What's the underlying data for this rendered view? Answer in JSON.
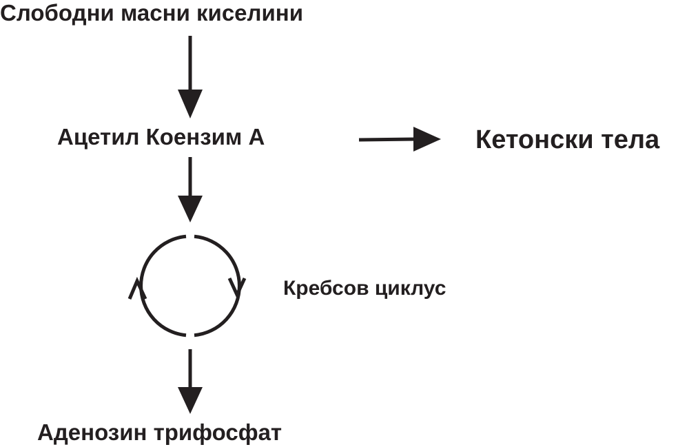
{
  "diagram": {
    "nodes": {
      "free_fatty_acids": "Слободни масни киселини",
      "acetyl_coa": "Ацетил Коензим А",
      "ketone_bodies": "Кетонски тела",
      "krebs_cycle": "Кребсов циклус",
      "atp": "Аденозин трифосфат"
    },
    "edges": [
      {
        "from": "free_fatty_acids",
        "to": "acetyl_coa"
      },
      {
        "from": "acetyl_coa",
        "to": "ketone_bodies"
      },
      {
        "from": "acetyl_coa",
        "to": "krebs_cycle"
      },
      {
        "from": "krebs_cycle",
        "to": "atp"
      }
    ],
    "colors": {
      "ink": "#231f20",
      "background": "#ffffff"
    }
  }
}
